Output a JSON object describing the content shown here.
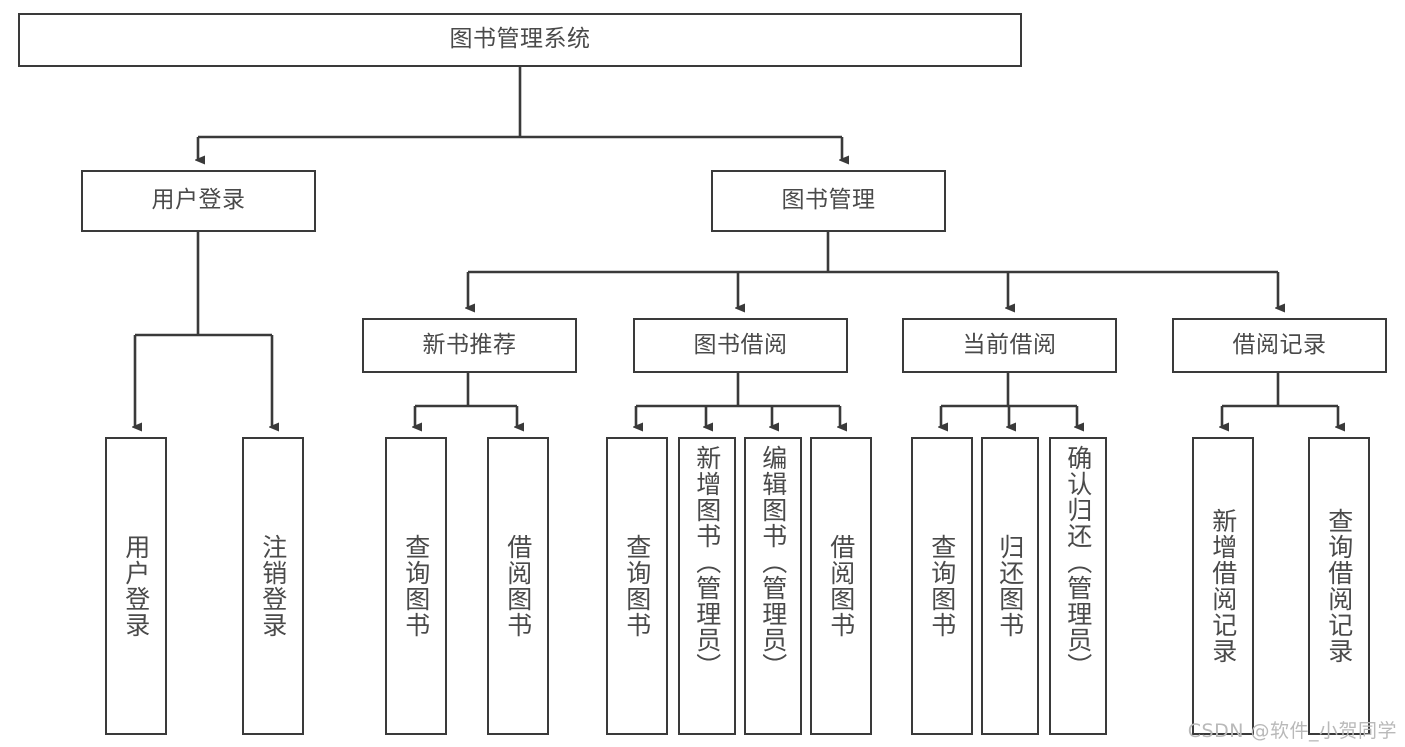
{
  "diagram": {
    "title": "图书管理系统",
    "type": "tree-hierarchy-chart",
    "line_color": "#3a3a3a",
    "text_color": "#4a4a4a",
    "background": "#ffffff",
    "root": {
      "label": "图书管理系统"
    },
    "level2": [
      {
        "label": "用户登录"
      },
      {
        "label": "图书管理"
      }
    ],
    "level3": [
      {
        "label": "新书推荐"
      },
      {
        "label": "图书借阅"
      },
      {
        "label": "当前借阅"
      },
      {
        "label": "借阅记录"
      }
    ],
    "leaves": {
      "user_login": [
        {
          "label": "用户登录"
        },
        {
          "label": "注销登录"
        }
      ],
      "new_book_recommend": [
        {
          "label": "查询图书"
        },
        {
          "label": "借阅图书"
        }
      ],
      "book_borrow": [
        {
          "label": "查询图书"
        },
        {
          "label": "新增图书（管理员）"
        },
        {
          "label": "编辑图书（管理员）"
        },
        {
          "label": "借阅图书"
        }
      ],
      "current_borrow": [
        {
          "label": "查询图书"
        },
        {
          "label": "归还图书"
        },
        {
          "label": "确认归还（管理员）"
        }
      ],
      "borrow_record": [
        {
          "label": "新增借阅记录"
        },
        {
          "label": "查询借阅记录"
        }
      ]
    }
  },
  "watermark": {
    "text": "CSDN @软件_小贺同学"
  }
}
